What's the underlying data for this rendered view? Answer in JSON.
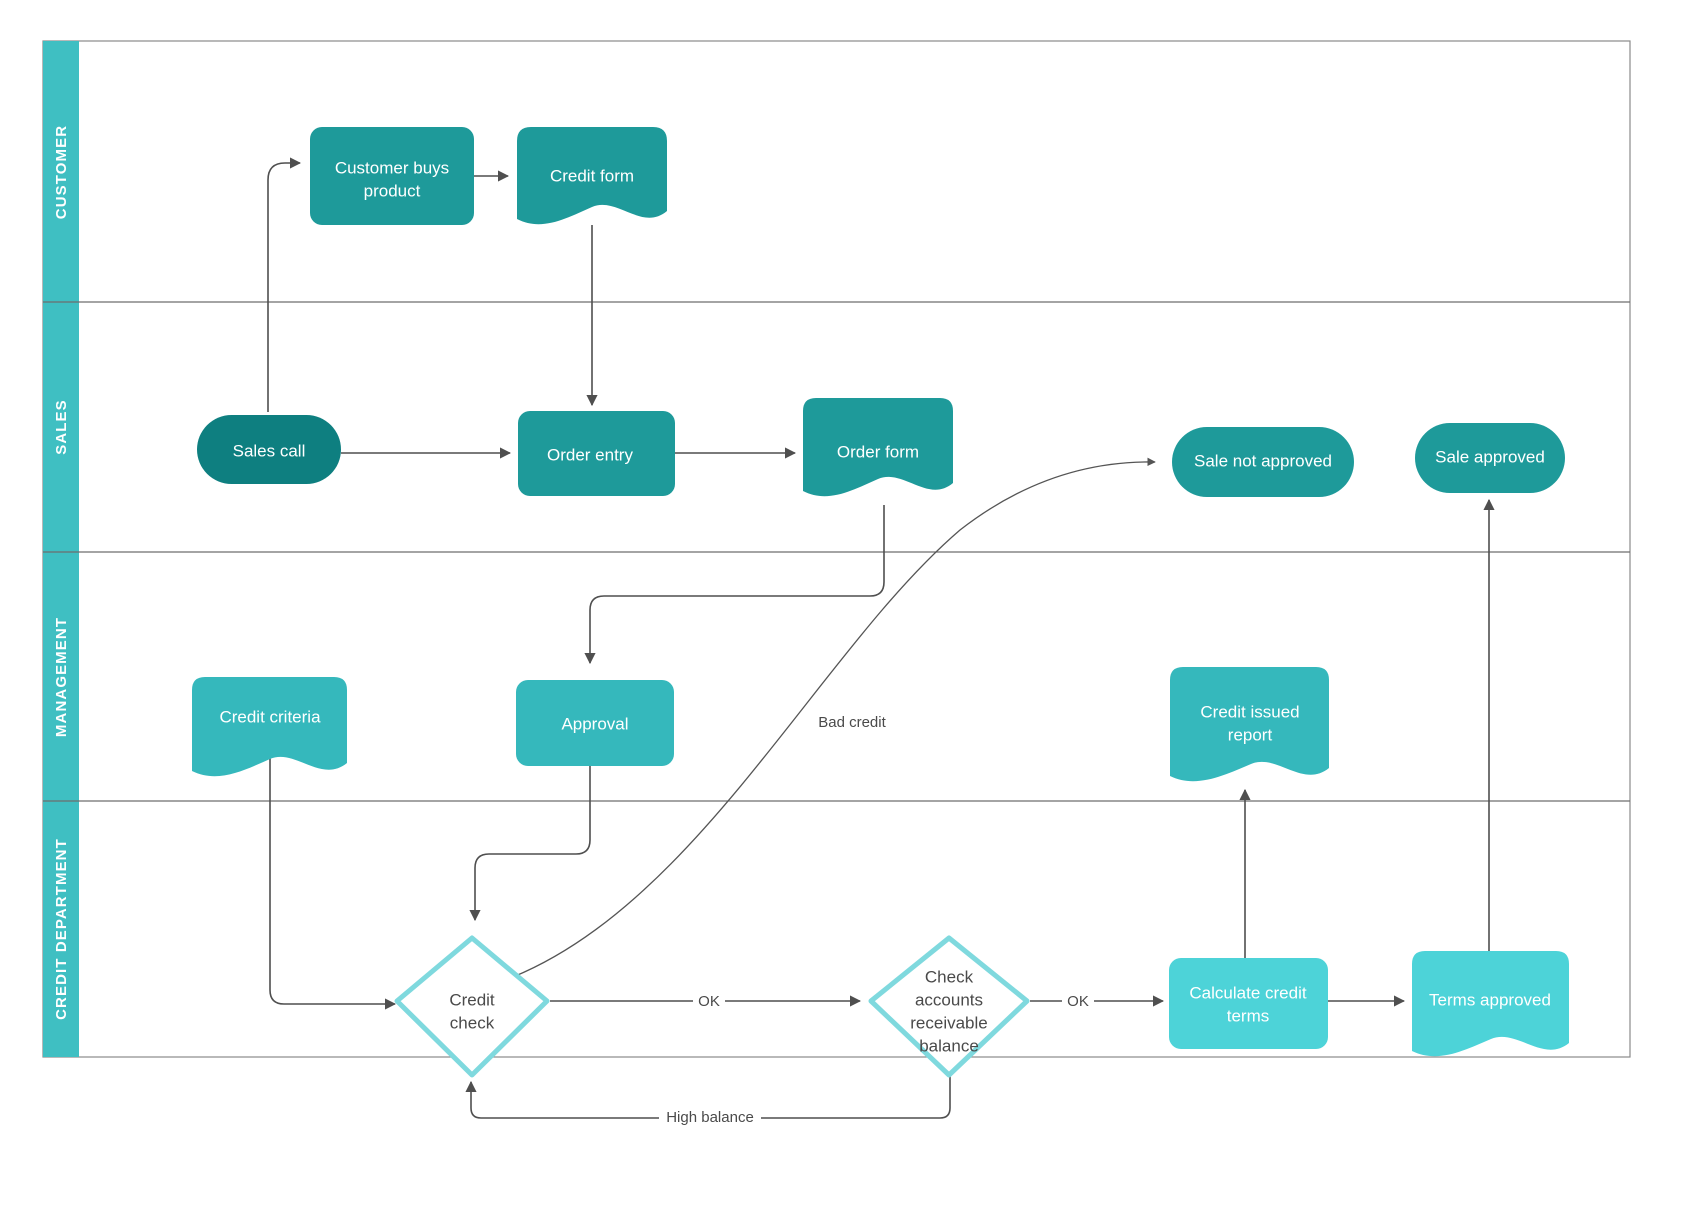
{
  "diagram": {
    "title": "Credit Approval Swimlane Flowchart",
    "type": "swimlane-flowchart",
    "colors": {
      "lane_header": "#3fbfc2",
      "customer_shape": "#1e9a9a",
      "sales_start": "#0e7f80",
      "sales_shape": "#1e9a9a",
      "management_shape": "#35b8bc",
      "credit_shape": "#4dd3d8",
      "decision_border": "#7fd9de",
      "decision_fill": "#ffffff",
      "connector": "#4f4f4f",
      "label_text": "#4a4a4a",
      "shape_text": "#ffffff"
    }
  },
  "lanes": [
    {
      "id": "customer",
      "label": "CUSTOMER"
    },
    {
      "id": "sales",
      "label": "SALES"
    },
    {
      "id": "management",
      "label": "MANAGEMENT"
    },
    {
      "id": "credit",
      "label": "CREDIT DEPARTMENT"
    }
  ],
  "nodes": {
    "customer_buys_product": {
      "label_line1": "Customer buys",
      "label_line2": "product",
      "shape": "process",
      "lane": "customer"
    },
    "credit_form": {
      "label": "Credit form",
      "shape": "document",
      "lane": "customer"
    },
    "sales_call": {
      "label": "Sales call",
      "shape": "terminator",
      "lane": "sales"
    },
    "order_entry": {
      "label": "Order entry",
      "shape": "process",
      "lane": "sales"
    },
    "order_form": {
      "label": "Order form",
      "shape": "document",
      "lane": "sales"
    },
    "sale_not_approved": {
      "label": "Sale not approved",
      "shape": "terminator",
      "lane": "sales"
    },
    "sale_approved": {
      "label": "Sale approved",
      "shape": "terminator",
      "lane": "sales"
    },
    "credit_criteria": {
      "label": "Credit criteria",
      "shape": "document",
      "lane": "management"
    },
    "approval": {
      "label": "Approval",
      "shape": "process",
      "lane": "management"
    },
    "credit_issued_report": {
      "label_line1": "Credit issued",
      "label_line2": "report",
      "shape": "document",
      "lane": "management"
    },
    "credit_check": {
      "label_line1": "Credit",
      "label_line2": "check",
      "shape": "decision",
      "lane": "credit"
    },
    "check_accounts_receivable_balance": {
      "label_line1": "Check",
      "label_line2": "accounts",
      "label_line3": "receivable",
      "label_line4": "balance",
      "shape": "decision",
      "lane": "credit"
    },
    "calculate_credit_terms": {
      "label_line1": "Calculate credit",
      "label_line2": "terms",
      "shape": "process",
      "lane": "credit"
    },
    "terms_approved": {
      "label": "Terms approved",
      "shape": "document",
      "lane": "credit"
    }
  },
  "edge_labels": {
    "bad_credit": "Bad credit",
    "ok_1": "OK",
    "ok_2": "OK",
    "high_balance": "High balance"
  }
}
